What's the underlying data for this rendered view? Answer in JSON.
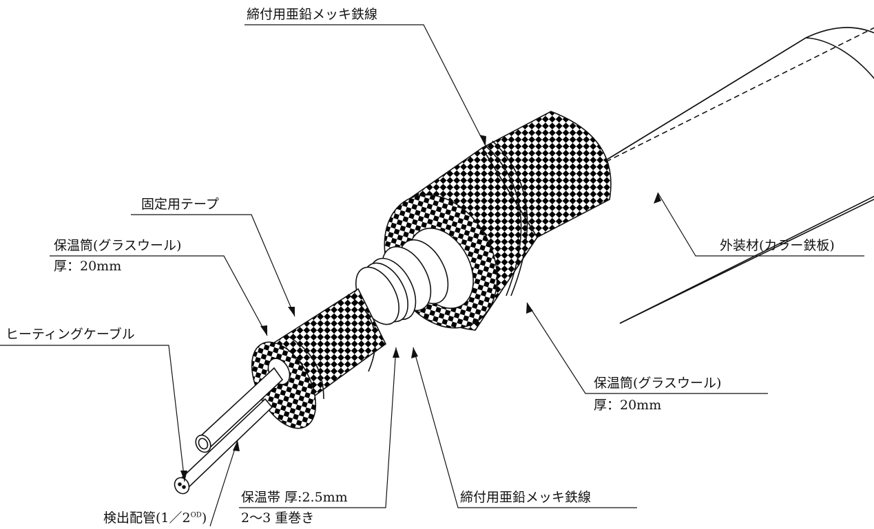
{
  "labels": {
    "top_wire": "締付用亜鉛メッキ鉄線",
    "tape": "固定用テープ",
    "insul_left": "保温筒(グラスウール)",
    "insul_left_thick": "厚：20mm",
    "heating_cable": "ヒーティングケーブル",
    "outer_jacket": "外装材(カラー鉄板)",
    "insul_right": "保温筒(グラスウール)",
    "insul_right_thick": "厚：20mm",
    "band": "保温帯 厚:2.5mm",
    "band_wrap": "2～3 重巻き",
    "bottom_wire": "締付用亜鉛メッキ鉄線",
    "detect_pipe": "検出配管(1／2",
    "detect_pipe_sup": "OD",
    "detect_pipe_close": ")"
  }
}
